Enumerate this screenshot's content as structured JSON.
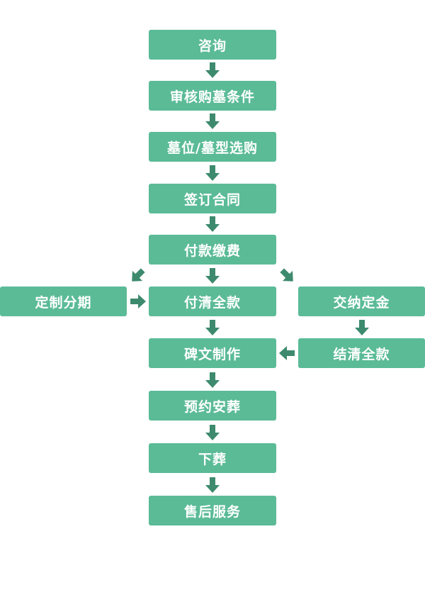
{
  "colors": {
    "box_fill": "#5bbb97",
    "arrow_fill": "#3d8a6e",
    "text": "#ffffff"
  },
  "steps": {
    "consult": "咨询",
    "review": "审核购墓条件",
    "select": "墓位/墓型选购",
    "contract": "签订合同",
    "payment": "付款缴费",
    "custom": "定制分期",
    "full_pay": "付清全款",
    "deposit": "交纳定金",
    "inscription": "碑文制作",
    "settle": "结清全款",
    "appointment": "预约安葬",
    "burial": "下葬",
    "after_sales": "售后服务"
  }
}
